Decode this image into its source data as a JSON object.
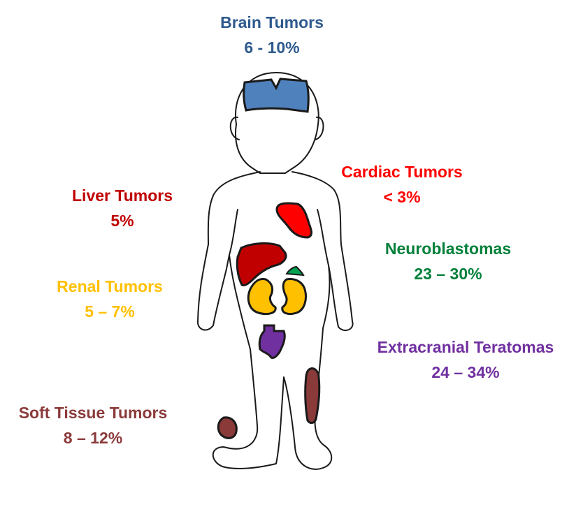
{
  "colors": {
    "brain": "#2e5a8e",
    "brain_fill": "#4f81bd",
    "cardiac": "#ff0000",
    "liver": "#c00000",
    "neuro": "#00803a",
    "renal": "#ffc000",
    "terat": "#7030a0",
    "soft": "#8b3a3a",
    "outline": "#1a1a1a"
  },
  "labels": {
    "brain": {
      "name": "Brain Tumors",
      "pct": "6 - 10%"
    },
    "cardiac": {
      "name": "Cardiac Tumors",
      "pct": "< 3%"
    },
    "liver": {
      "name": "Liver Tumors",
      "pct": "5%"
    },
    "neuro": {
      "name": "Neuroblastomas",
      "pct": "23 – 30%"
    },
    "renal": {
      "name": "Renal Tumors",
      "pct": "5 – 7%"
    },
    "terat": {
      "name": "Extracranial Teratomas",
      "pct": "24 – 34%"
    },
    "soft": {
      "name": "Soft Tissue Tumors",
      "pct": "8 – 12%"
    }
  }
}
